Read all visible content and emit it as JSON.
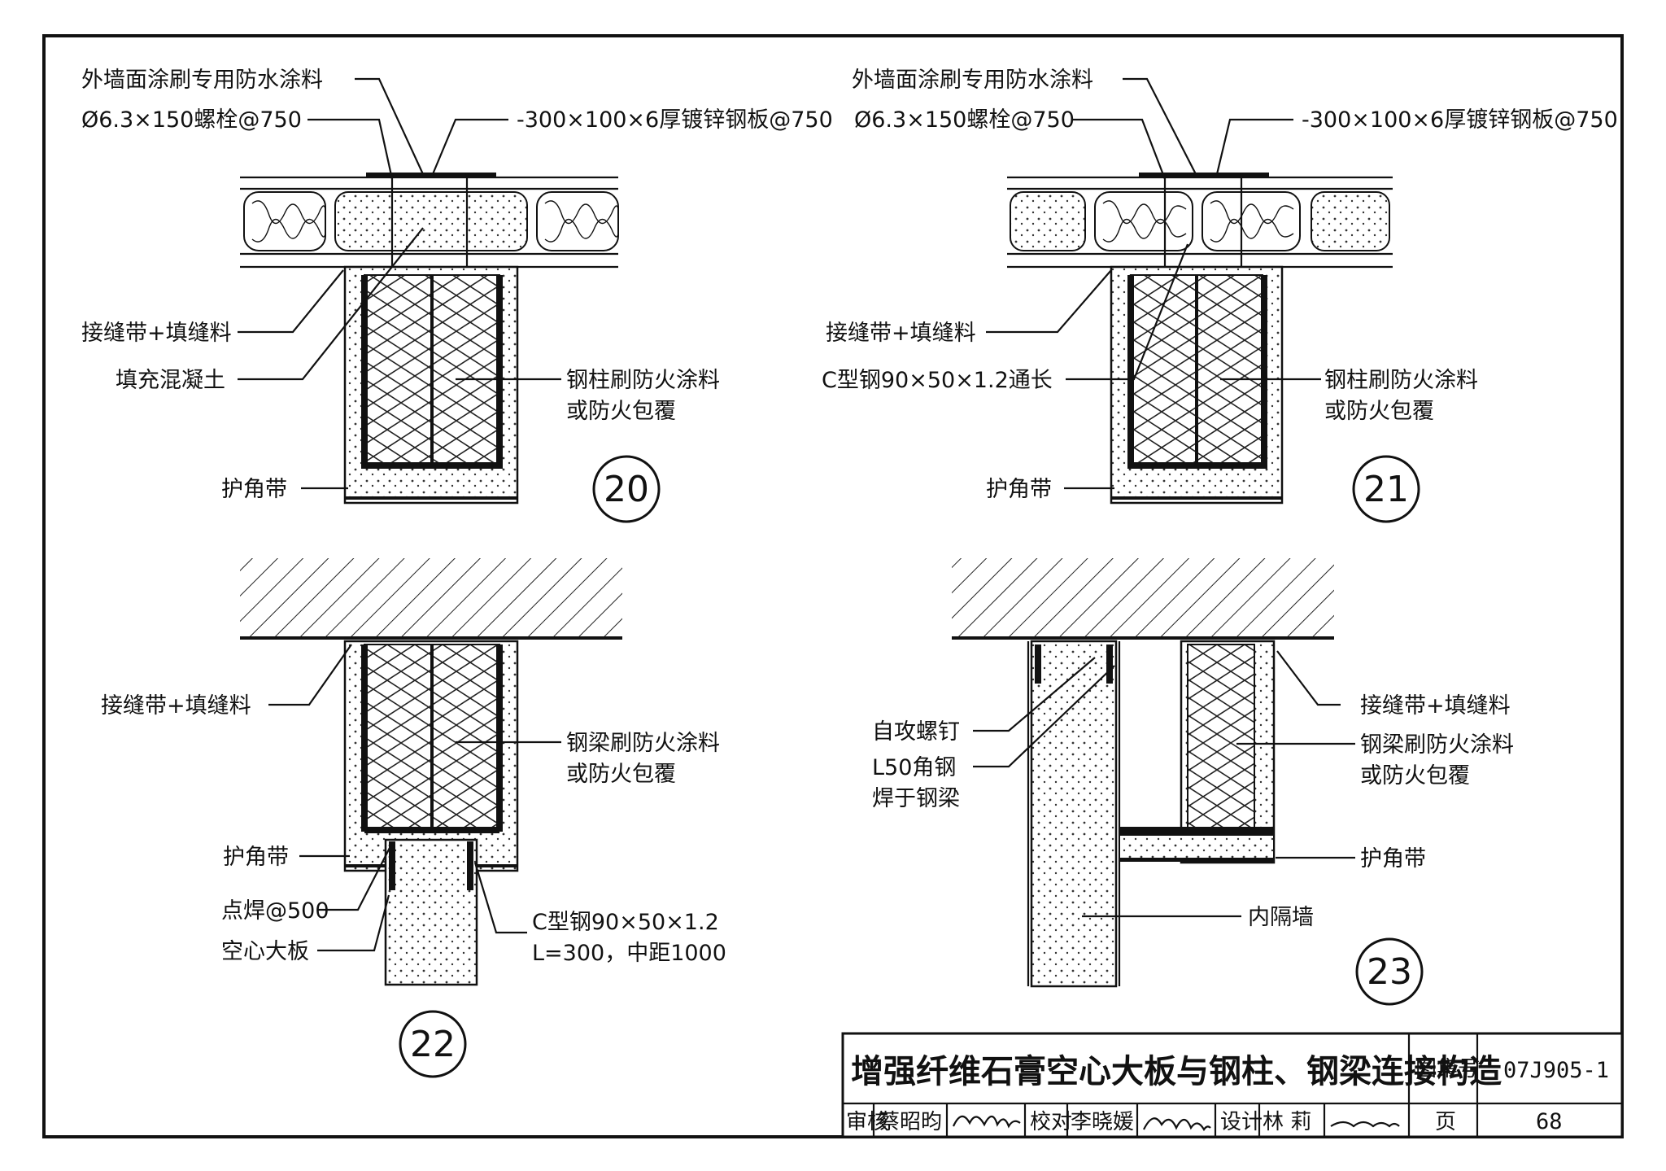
{
  "details": {
    "d20": {
      "number": "20",
      "labels": {
        "coating": "外墙面涂刷专用防水涂料",
        "bolt": "Ø6.3×150螺栓@750",
        "plate": "-300×100×6厚镀锌钢板@750",
        "joint": "接缝带+填缝料",
        "fill": "填充混凝土",
        "column_fire": "钢柱刷防火涂料",
        "column_fire2": "或防火包覆",
        "corner": "护角带"
      }
    },
    "d21": {
      "number": "21",
      "labels": {
        "coating": "外墙面涂刷专用防水涂料",
        "bolt": "Ø6.3×150螺栓@750",
        "plate": "-300×100×6厚镀锌钢板@750",
        "joint": "接缝带+填缝料",
        "cstud": "C型钢90×50×1.2通长",
        "column_fire": "钢柱刷防火涂料",
        "column_fire2": "或防火包覆",
        "corner": "护角带"
      }
    },
    "d22": {
      "number": "22",
      "labels": {
        "joint": "接缝带+填缝料",
        "beam_fire": "钢梁刷防火涂料",
        "beam_fire2": "或防火包覆",
        "corner": "护角带",
        "weld": "点焊@500",
        "panel": "空心大板",
        "cstud": "C型钢90×50×1.2",
        "cstud2": "L=300，中距1000"
      }
    },
    "d23": {
      "number": "23",
      "labels": {
        "screw": "自攻螺钉",
        "angle": "L50角钢",
        "angle2": "焊于钢梁",
        "joint": "接缝带+填缝料",
        "beam_fire": "钢梁刷防火涂料",
        "beam_fire2": "或防火包覆",
        "corner": "护角带",
        "wall": "内隔墙"
      }
    }
  },
  "title_block": {
    "title": "增强纤维石膏空心大板与钢柱、钢梁连接构造",
    "atlas_label": "图集号",
    "atlas_code": "07J905-1",
    "review_label": "审核",
    "reviewer": "蔡昭昀",
    "check_label": "校对",
    "checker": "李晓媛",
    "design_label": "设计",
    "designer": "林  莉",
    "page_label": "页",
    "page": "68"
  }
}
